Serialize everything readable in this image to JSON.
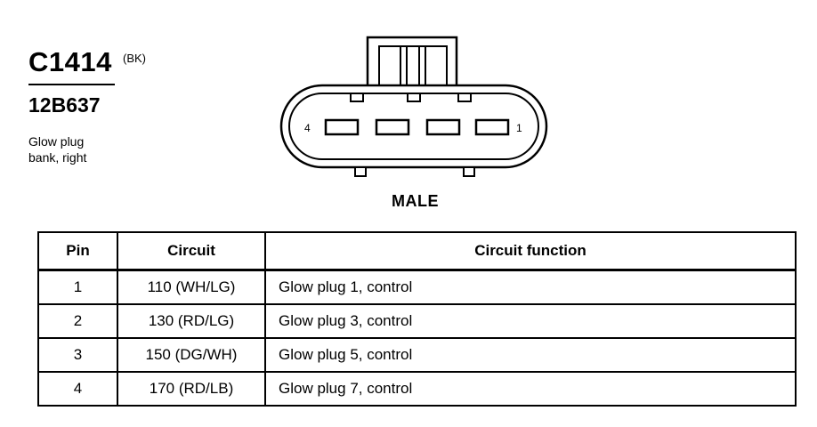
{
  "connector": {
    "id": "C1414",
    "color_code": "(BK)",
    "part_number": "12B637",
    "description_lines": [
      "Glow plug",
      "bank, right"
    ],
    "gender": "MALE",
    "pin_labels": {
      "left": "4",
      "right": "1"
    }
  },
  "table": {
    "headers": {
      "pin": "Pin",
      "circuit": "Circuit",
      "function": "Circuit function"
    },
    "rows": [
      {
        "pin": "1",
        "circuit": "110 (WH/LG)",
        "function": "Glow plug 1, control"
      },
      {
        "pin": "2",
        "circuit": "130 (RD/LG)",
        "function": "Glow plug 3, control"
      },
      {
        "pin": "3",
        "circuit": "150 (DG/WH)",
        "function": "Glow plug 5, control"
      },
      {
        "pin": "4",
        "circuit": "170 (RD/LB)",
        "function": "Glow plug 7, control"
      }
    ]
  }
}
